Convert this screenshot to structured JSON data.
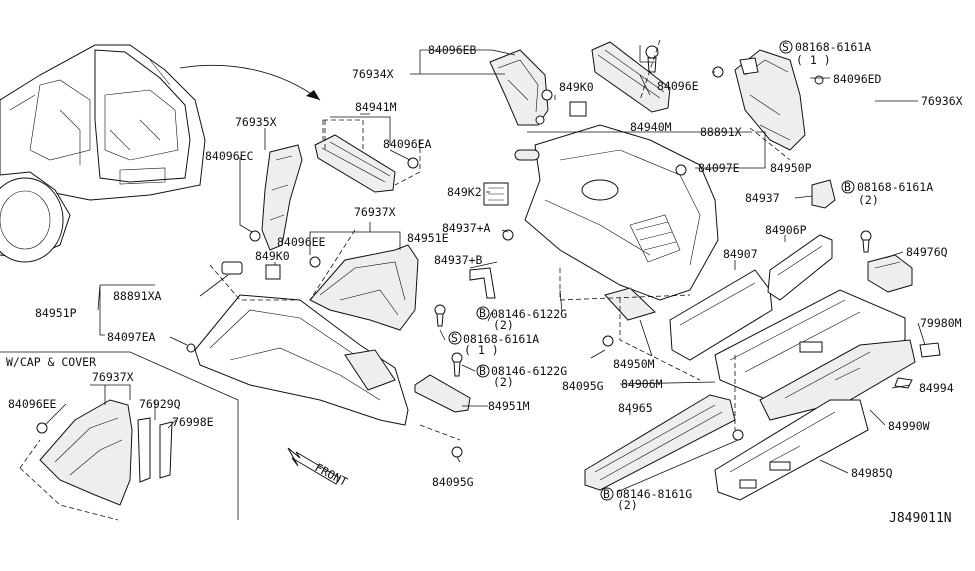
{
  "diagram_code": "J849011N",
  "front_label": "FRONT",
  "inset_title": "W/CAP & COVER",
  "labels": {
    "l84096EB": "84096EB",
    "l76934X": "76934X",
    "l849K0a": "849K0",
    "l84096E": "84096E",
    "l84940M": "84940M",
    "l08168a": "08168-6161A",
    "l08168a_q": "( 1 )",
    "l84096ED": "84096ED",
    "l76936X": "76936X",
    "l84941M": "84941M",
    "l84096EA": "84096EA",
    "l76935X": "76935X",
    "l84096EC": "84096EC",
    "l88891X": "88891X",
    "l84097E": "84097E",
    "l84950P": "84950P",
    "l849K2": "849K2",
    "l84937": "84937",
    "l08168b": "08168-6161A",
    "l08168b_q": "(2)",
    "l76937Xa": "76937X",
    "l84096EEa": "84096EE",
    "l84951E": "84951E",
    "l84937A": "84937+A",
    "l84937B": "84937+B",
    "l84906P": "84906P",
    "l84907": "84907",
    "l84976Q": "84976Q",
    "l849K0b": "849K0",
    "l88891XA": "88891XA",
    "l84951P": "84951P",
    "l84097EA": "84097EA",
    "l08146a": "08146-6122G",
    "l08146a_q": "(2)",
    "l08168c": "08168-6161A",
    "l08168c_q": "( 1 )",
    "l79980M": "79980M",
    "l84950M": "84950M",
    "l08146b": "08146-6122G",
    "l08146b_q": "(2)",
    "l84095Ga": "84095G",
    "l84906M": "84906M",
    "l84994": "84994",
    "l76937Xb": "76937X",
    "l84096EEb": "84096EE",
    "l76929Q": "76929Q",
    "l76998E": "76998E",
    "l84951M": "84951M",
    "l84965": "84965",
    "l84990W": "84990W",
    "l84985Q": "84985Q",
    "l84095Gb": "84095G",
    "l08146c": "08146-8161G",
    "l08146c_q": "(2)"
  },
  "symbols": {
    "bolt_b": "B",
    "screw_s": "S"
  }
}
